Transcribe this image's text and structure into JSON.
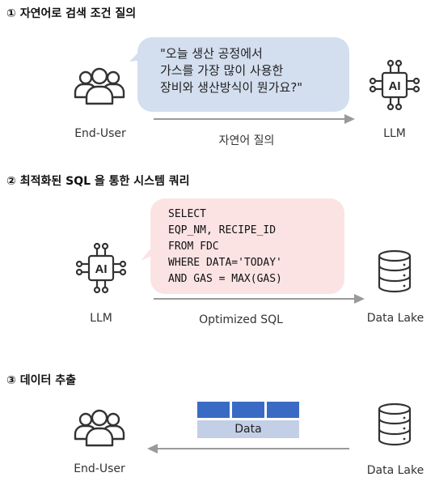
{
  "steps": [
    {
      "heading": "① 자연어로 검색 조건 질의",
      "source_label": "End-User",
      "target_label": "LLM",
      "arrow_label": "자연어 질의",
      "bubble_lines": [
        "\"오늘 생산 공정에서",
        "가스를 가장 많이 사용한",
        "장비와 생산방식이 뭔가요?\""
      ]
    },
    {
      "heading": "② 최적화된 SQL 을 통한 시스템 쿼리",
      "source_label": "LLM",
      "target_label": "Data Lake",
      "arrow_label": "Optimized SQL",
      "sql_lines": [
        "SELECT",
        "EQP_NM, RECIPE_ID",
        "FROM FDC",
        "WHERE DATA='TODAY'",
        "AND GAS = MAX(GAS)"
      ]
    },
    {
      "heading": "③ 데이터 추출",
      "source_label": "Data Lake",
      "target_label": "End-User",
      "data_label": "Data"
    }
  ],
  "icons": {
    "user": "users-icon",
    "llm": "ai-chip-icon",
    "db": "database-icon"
  },
  "chip_text": "AI",
  "colors": {
    "bubble_blue": "#d3deef",
    "bubble_pink": "#fbe3e4",
    "arrow": "#9a9a9a",
    "data_dark": "#3a6bc4",
    "data_light": "#c3cfe6"
  }
}
